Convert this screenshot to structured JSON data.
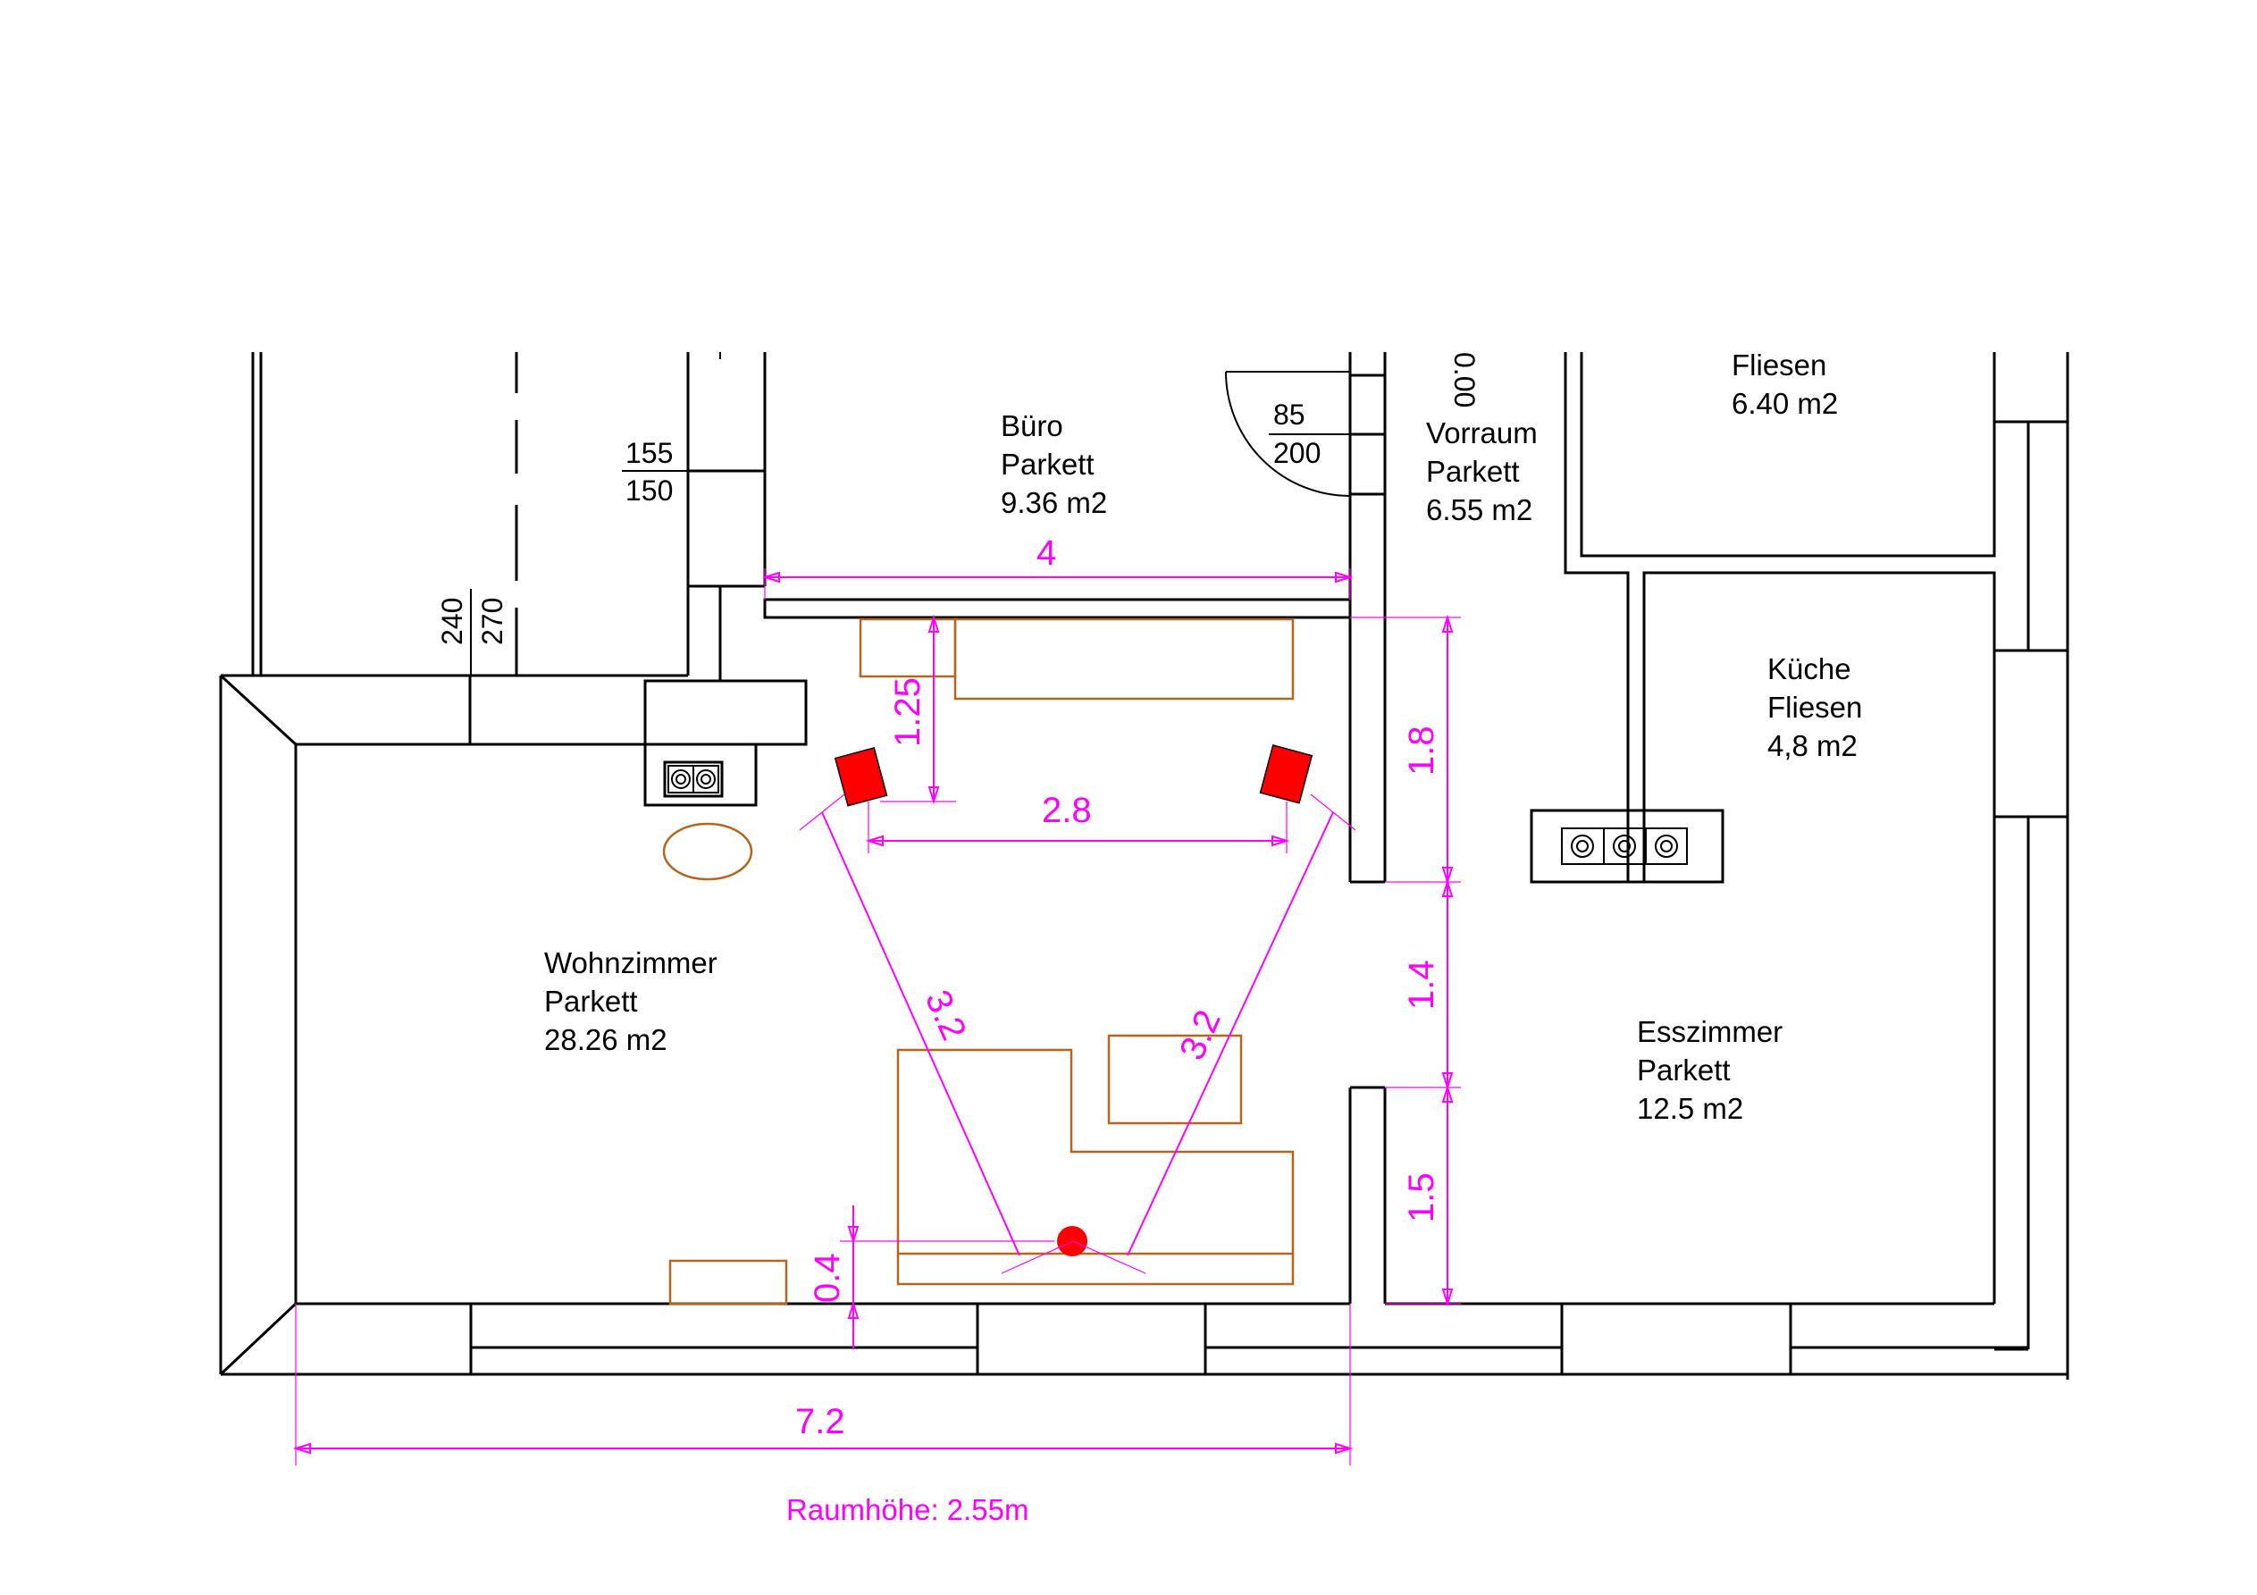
{
  "rooms": {
    "buero": {
      "name": "Büro",
      "floor": "Parkett",
      "area": "9.36 m2"
    },
    "vorraum": {
      "name": "Vorraum",
      "floor": "Parkett",
      "area": "6.55 m2"
    },
    "bad": {
      "floor": "Fliesen",
      "area": "6.40 m2"
    },
    "kueche": {
      "name": "Küche",
      "floor": "Fliesen",
      "area": "4,8 m2"
    },
    "wohnzimmer": {
      "name": "Wohnzimmer",
      "floor": "Parkett",
      "area": "28.26 m2"
    },
    "esszimmer": {
      "name": "Esszimmer",
      "floor": "Parkett",
      "area": "12.5 m2"
    }
  },
  "level_marks": {
    "window_left": {
      "top": "155",
      "bottom": "150"
    },
    "door_vorraum": {
      "top": "85",
      "bottom": "200"
    },
    "stair": {
      "a": "240",
      "b": "270"
    },
    "level_zero": "0.00"
  },
  "dimensions": {
    "buero_width": "4",
    "speaker_to_wall": "1.25",
    "speaker_spacing": "2.8",
    "left_triangle": "3.2",
    "right_triangle": "3.2",
    "wall_segment_top": "1.8",
    "wall_opening": "1.4",
    "wall_segment_bottom": "1.5",
    "listener_to_wall": "0.4",
    "room_length": "7.2"
  },
  "note": "Raumhöhe: 2.55m",
  "colors": {
    "walls": "#000000",
    "furniture": "#b5651d",
    "dimensions": "#ff00ff",
    "speakers": "#ff0000"
  }
}
